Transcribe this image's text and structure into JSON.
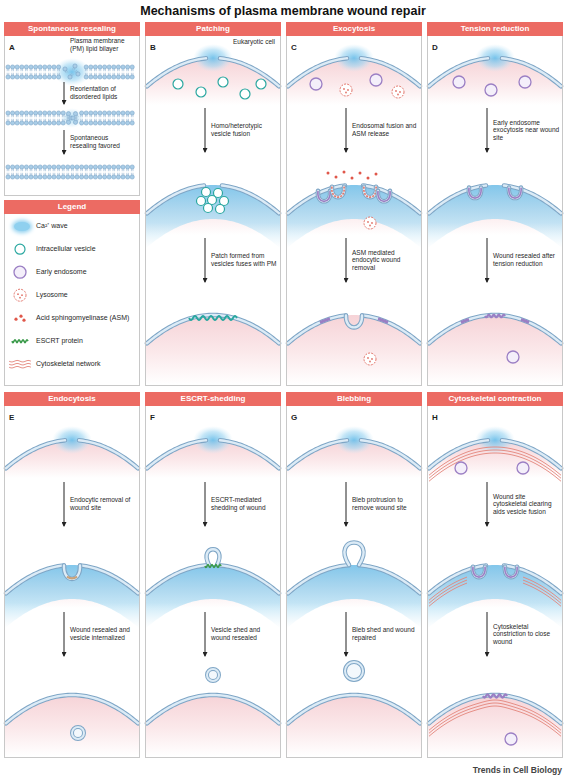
{
  "diagram": {
    "title": "Mechanisms of plasma membrane wound repair",
    "nodes": [
      {
        "text": [
          "Spontaneous resealing",
          "A"
        ]
      },
      {
        "text": [
          "Patching",
          "B"
        ]
      },
      {
        "text": [
          "Exocytosis",
          "C"
        ]
      },
      {
        "text": [
          "Tension reduction",
          "D"
        ]
      },
      {
        "text": [
          "Endocytosis",
          "E"
        ]
      },
      {
        "text": [
          "ESCRT-shedding",
          "F"
        ]
      },
      {
        "text": [
          "Blebbing",
          "G"
        ]
      },
      {
        "text": [
          "Cytoskeletal contraction",
          "H"
        ]
      }
    ],
    "labels": [
      "Plasma membrane (PM) lipid bilayer",
      "Reorientation of disordered lipids",
      "Spontaneous resealing favored",
      "Legend",
      "Eukaryotic cell",
      "Homo/heterotypic vesicle fusion",
      "Patch formed from vesicles fuses with PM",
      "Endosomal fusion and ASM release",
      "ASM mediated endocytic wound removal",
      "Early endosome exocytosis near wound site",
      "Wound resealed after tension reduction",
      "Endocytic removal of wound site",
      "Wound resealed and vesicle internalized",
      "ESCRT-mediated shedding of wound",
      "Vesicle shed and wound resealed",
      "Bleb protrusion to remove wound site",
      "Bleb shed and wound repaired",
      "Wound site cytoskeletal clearing aids vesicle fusion",
      "Cytoskeletal constriction to close wound",
      "Trends in Cell Biology"
    ],
    "legend": [
      {
        "text": "Ca²⁺ wave",
        "color": "#8fd0ef"
      },
      {
        "text": "Intracellular vesicle"
      },
      {
        "text": "Early endosome"
      },
      {
        "text": "Lysosome"
      },
      {
        "text": "Acid sphingomyelinase (ASM)"
      },
      {
        "text": "ESCRT protein"
      },
      {
        "text": "Cytoskeletal network"
      }
    ]
  }
}
